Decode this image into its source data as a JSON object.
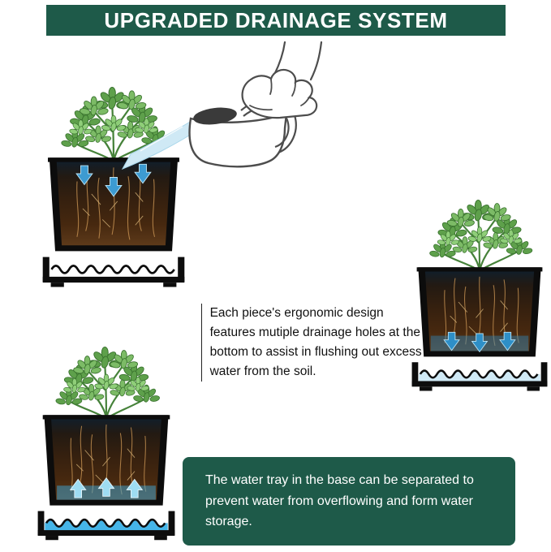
{
  "header": {
    "title": "UPGRADED DRAINAGE SYSTEM"
  },
  "callouts": {
    "drainage_holes": {
      "text": "Each piece's ergonomic design features mutiple drainage holes at the bottom to assist in flushing out excess water from the soil."
    },
    "water_tray": {
      "text": "The water tray in the base can be separated to prevent water from overflowing and form water storage."
    }
  },
  "illustrations": {
    "watering_can": "hand-pouring-watering-can",
    "pot_top_left": "planter-cross-section-absorbing-water",
    "pot_right": "planter-cross-section-drainage-holes",
    "pot_bottom_left": "planter-cross-section-water-tray-storage"
  },
  "colors": {
    "banner_bg": "#1e5a49",
    "banner_text": "#ffffff",
    "callout_box_bg": "#1e5a49",
    "callout_box_text": "#ffffff",
    "body_text": "#111111",
    "water_light": "#cfe9f5",
    "water_blue": "#45b5e8",
    "arrow_blue": "#3d9bd1",
    "leaf_green": "#5ea04b",
    "soil_brown": "#40240f"
  }
}
